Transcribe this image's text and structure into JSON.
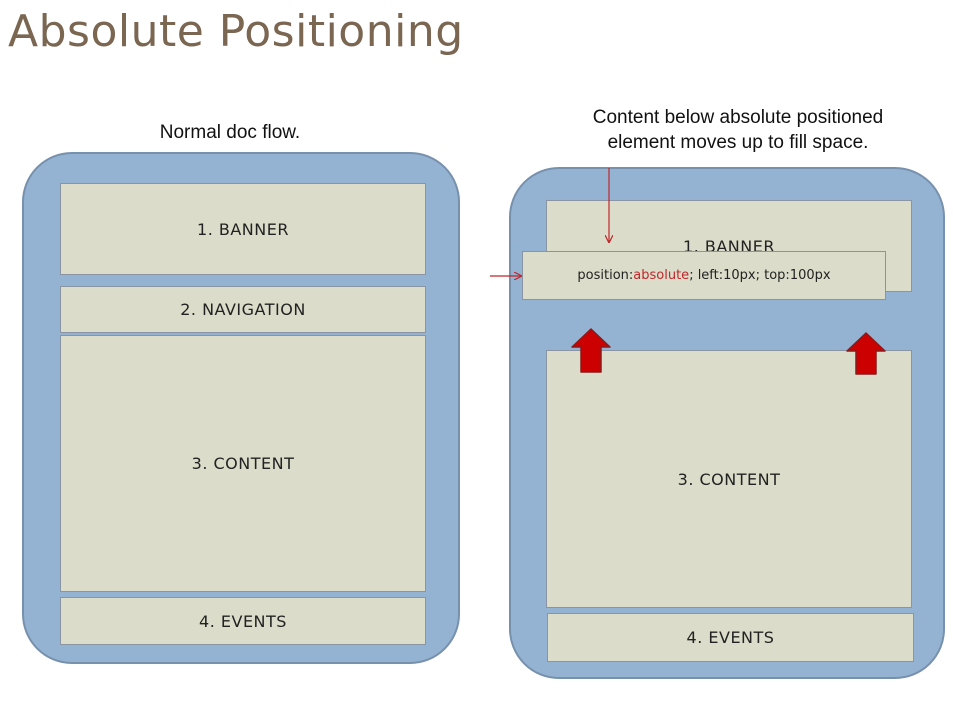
{
  "title": "Absolute Positioning",
  "left": {
    "caption": "Normal doc flow.",
    "boxes": {
      "banner": "1. BANNER",
      "navigation": "2. NAVIGATION",
      "content": "3. CONTENT",
      "events": "4. EVENTS"
    }
  },
  "right": {
    "caption_line1": "Content below absolute positioned",
    "caption_line2": "element moves up to fill space.",
    "boxes": {
      "banner": "1. BANNER",
      "content": "3. CONTENT",
      "events": "4. EVENTS"
    },
    "absolute_box": {
      "prefix": "position: ",
      "keyword": "absolute",
      "suffix": "; left:10px; top:100px"
    }
  },
  "colors": {
    "panel": "#94b3d2",
    "box": "#dcdcca",
    "title": "#7a6651",
    "arrow_red": "#cc0000"
  }
}
